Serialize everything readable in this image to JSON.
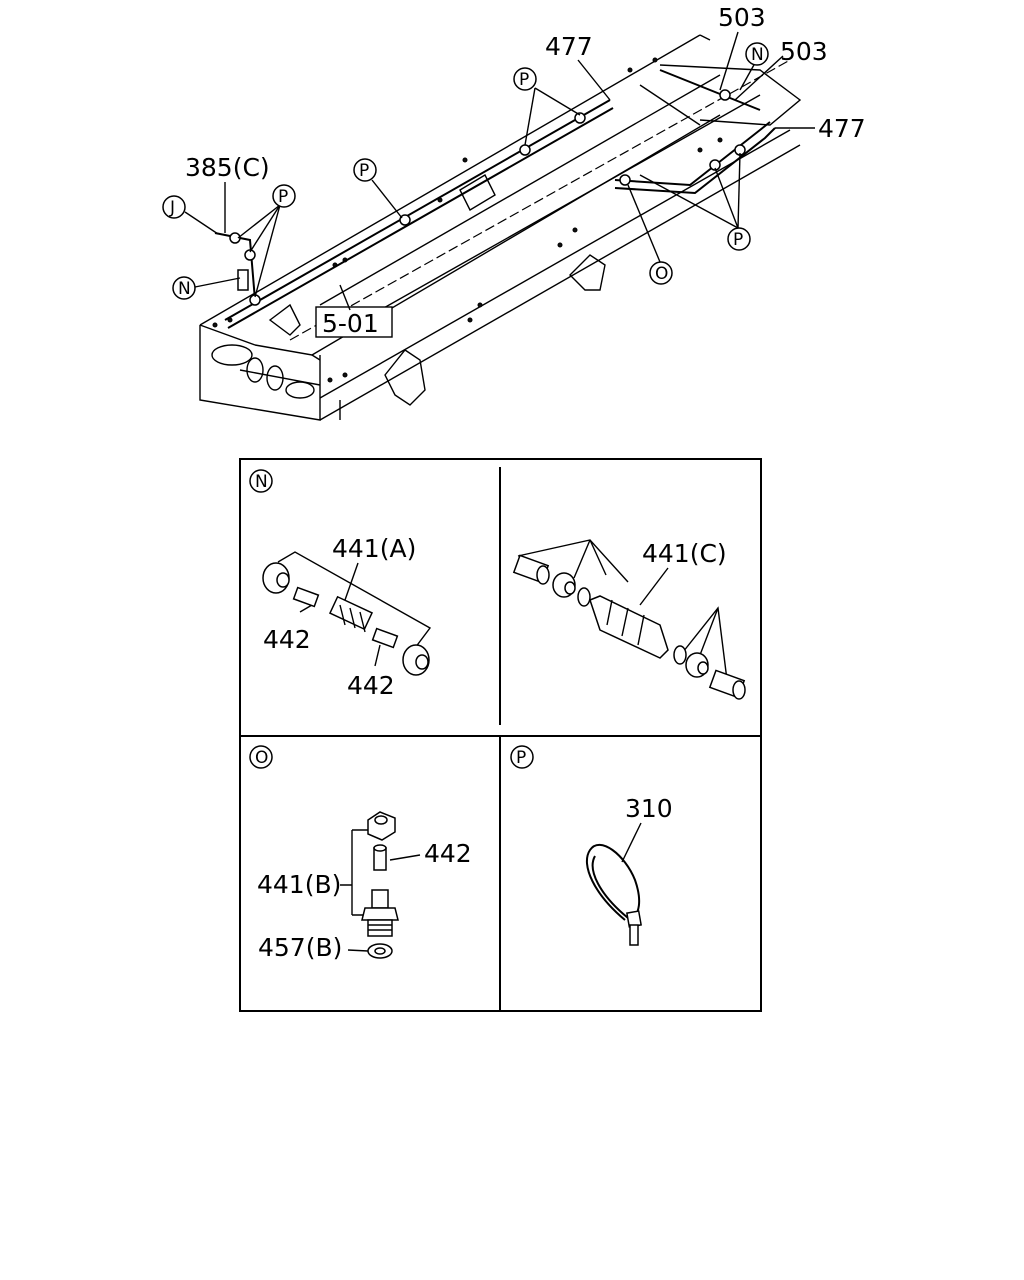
{
  "overview": {
    "labels": {
      "l503a": "503",
      "l503b": "503",
      "l477a": "477",
      "l477b": "477",
      "l385c": "385(C)",
      "ref": "5-01"
    },
    "callouts": {
      "n_top": "N",
      "n_left": "N",
      "j": "J",
      "o": "O",
      "p_top": "P",
      "p_mid": "P",
      "p_left": "P",
      "p_right": "P"
    }
  },
  "panels": {
    "n": {
      "tag": "N",
      "l441a": "441(A)",
      "l442a": "442",
      "l442b": "442",
      "l441c": "441(C)"
    },
    "o": {
      "tag": "O",
      "l442": "442",
      "l441b": "441(B)",
      "l457b": "457(B)"
    },
    "p": {
      "tag": "P",
      "l310": "310"
    }
  }
}
